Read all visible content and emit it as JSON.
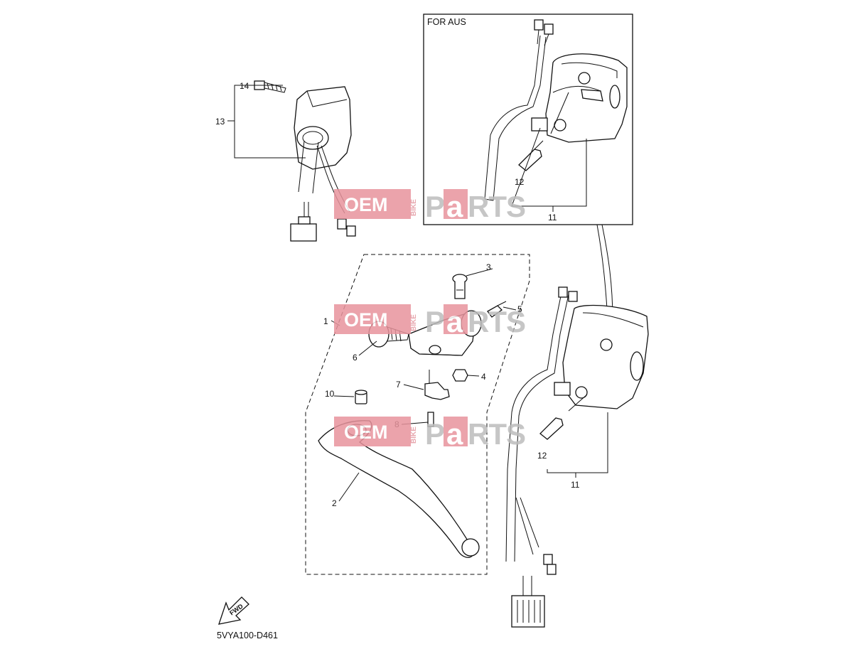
{
  "box_title": "FOR AUS",
  "diagram_code": "5VYA100-D461",
  "fwd_label": "FWD",
  "watermark": {
    "oem": "OEM",
    "bike": "BIKE",
    "p": "P",
    "a": "a",
    "rts": "RTS"
  },
  "callouts": {
    "c1": "1",
    "c2": "2",
    "c3": "3",
    "c4": "4",
    "c5": "5",
    "c6": "6",
    "c7": "7",
    "c8": "8",
    "c10": "10",
    "c11_top": "11",
    "c11_bottom": "11",
    "c12_top": "12",
    "c12_bottom": "12",
    "c13": "13",
    "c14": "14"
  }
}
